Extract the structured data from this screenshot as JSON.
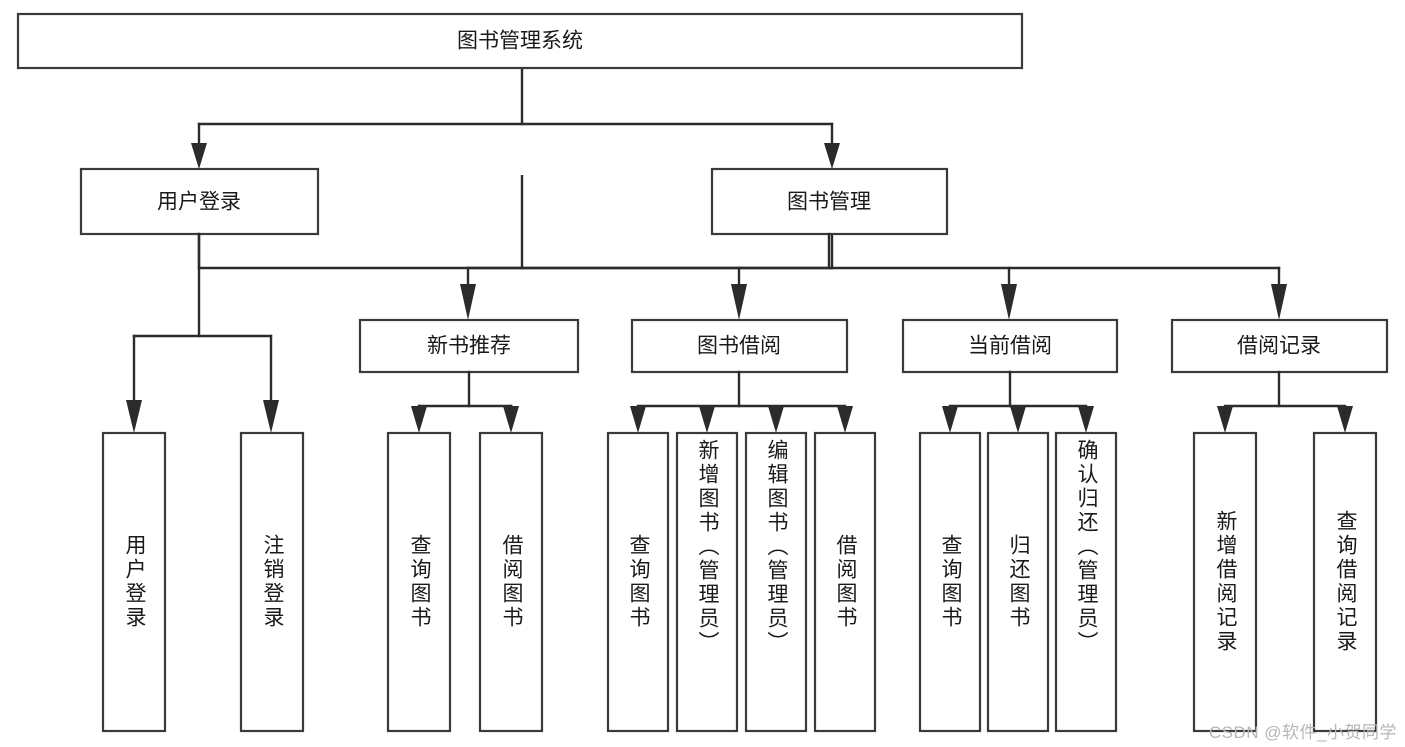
{
  "diagram": {
    "title": "图书管理系统",
    "type": "tree",
    "orientation": "top-down",
    "colors": {
      "box_stroke": "#3a3a3a",
      "box_fill": "#ffffff",
      "connector": "#2b2b2b",
      "text": "#1a1a1a",
      "watermark": "#b6b6b6",
      "background": "#ffffff"
    },
    "root": {
      "label": "图书管理系统",
      "orientation": "horizontal"
    },
    "level2": [
      {
        "label": "用户登录",
        "orientation": "horizontal"
      },
      {
        "label": "图书管理",
        "orientation": "horizontal"
      }
    ],
    "level3": [
      {
        "label": "新书推荐",
        "orientation": "horizontal"
      },
      {
        "label": "图书借阅",
        "orientation": "horizontal"
      },
      {
        "label": "当前借阅",
        "orientation": "horizontal"
      },
      {
        "label": "借阅记录",
        "orientation": "horizontal"
      }
    ],
    "leaves": {
      "user_login": [
        {
          "label": "用户登录",
          "orientation": "vertical"
        },
        {
          "label": "注销登录",
          "orientation": "vertical"
        }
      ],
      "new_book_recommend": [
        {
          "label": "查询图书",
          "orientation": "vertical"
        },
        {
          "label": "借阅图书",
          "orientation": "vertical"
        }
      ],
      "book_borrow": [
        {
          "label": "查询图书",
          "orientation": "vertical"
        },
        {
          "label": "新增图书（管理员）",
          "orientation": "vertical"
        },
        {
          "label": "编辑图书（管理员）",
          "orientation": "vertical"
        },
        {
          "label": "借阅图书",
          "orientation": "vertical"
        }
      ],
      "current_borrow": [
        {
          "label": "查询图书",
          "orientation": "vertical"
        },
        {
          "label": "归还图书",
          "orientation": "vertical"
        },
        {
          "label": "确认归还（管理员）",
          "orientation": "vertical"
        }
      ],
      "borrow_record": [
        {
          "label": "新增借阅记录",
          "orientation": "vertical"
        },
        {
          "label": "查询借阅记录",
          "orientation": "vertical"
        }
      ]
    },
    "watermark": "CSDN @软件_小贺同学"
  }
}
